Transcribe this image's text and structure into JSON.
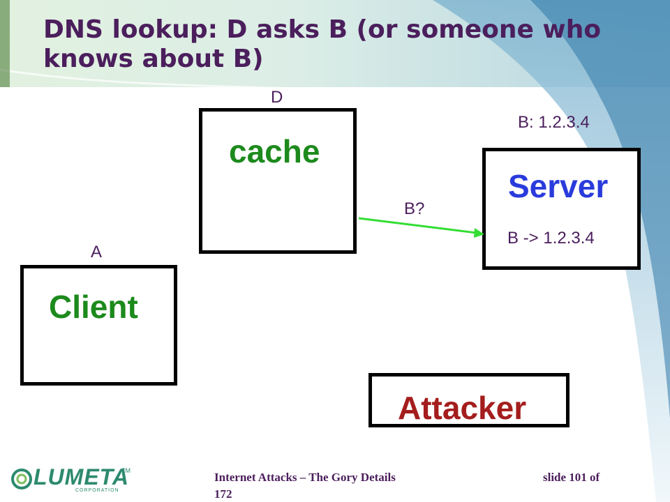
{
  "title": "DNS lookup: D asks B (or someone who knows about B)",
  "nodes": {
    "cache": {
      "letter": "D",
      "label": "cache"
    },
    "server": {
      "note": "B: 1.2.3.4",
      "label": "Server",
      "record": "B -> 1.2.3.4"
    },
    "client": {
      "letter": "A",
      "label": "Client"
    },
    "attacker": {
      "label": "Attacker"
    }
  },
  "edges": [
    {
      "from": "cache",
      "to": "server",
      "label": "B?",
      "color": "#33dd33"
    }
  ],
  "footer": {
    "text": "Internet Attacks – The Gory Details",
    "slide": "slide 101 of",
    "total": "172"
  },
  "logo": {
    "name": "LUMETA",
    "tm": "TM",
    "sub": "CORPORATION"
  },
  "colors": {
    "title": "#4b1e5c",
    "green": "#1c8a1c",
    "blue": "#2a3bdc",
    "red": "#a41d1d",
    "arrow": "#33dd33"
  }
}
